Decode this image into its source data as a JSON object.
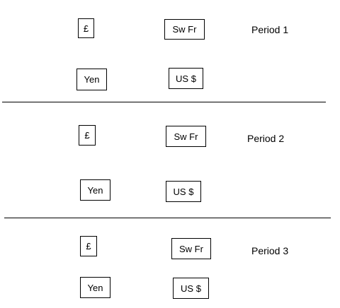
{
  "periods": [
    {
      "label": "Period 1",
      "currencies": {
        "pound": "£",
        "swiss_franc": "Sw Fr",
        "yen": "Yen",
        "us_dollar": "US $"
      }
    },
    {
      "label": "Period 2",
      "currencies": {
        "pound": "£",
        "swiss_franc": "Sw Fr",
        "yen": "Yen",
        "us_dollar": "US $"
      }
    },
    {
      "label": "Period 3",
      "currencies": {
        "pound": "£",
        "swiss_franc": "Sw Fr",
        "yen": "Yen",
        "us_dollar": "US $"
      }
    }
  ]
}
